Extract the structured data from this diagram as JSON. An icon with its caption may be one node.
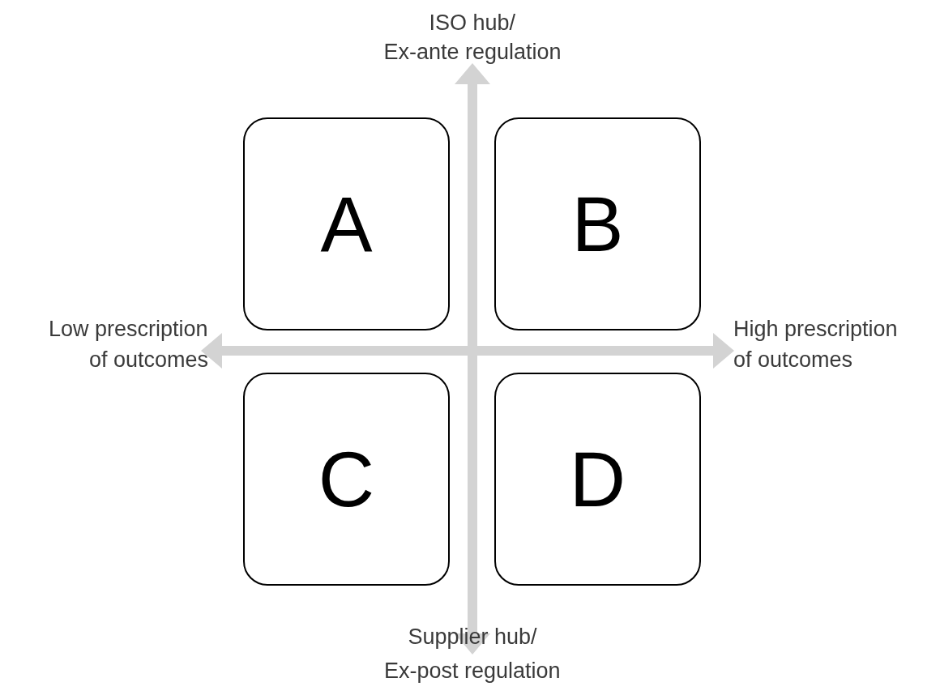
{
  "diagram": {
    "nodes": [
      {
        "text": [
          "A"
        ]
      },
      {
        "text": [
          "B"
        ]
      },
      {
        "text": [
          "C"
        ]
      },
      {
        "text": [
          "D"
        ]
      }
    ],
    "edges": [],
    "labels": [
      "ISO hub/",
      "Ex-ante regulation",
      "Low prescription",
      "of outcomes",
      "High prescription",
      "of outcomes",
      "Supplier hub/",
      "Ex-post regulation"
    ]
  }
}
